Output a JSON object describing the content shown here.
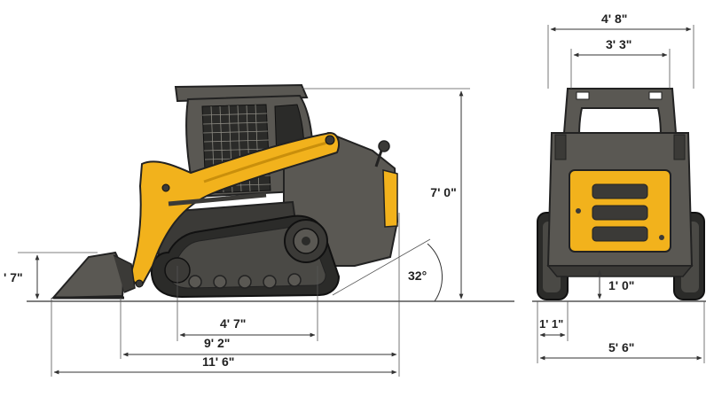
{
  "colors": {
    "body": "#5a5853",
    "body_dark": "#3b3a37",
    "track": "#2b2b29",
    "yellow": "#f2b21c",
    "yellow_dark": "#c98f0c",
    "line": "#333333"
  },
  "side_view": {
    "overall_height": "7' 0\"",
    "bucket_hinge_height": "' 7\"",
    "departure_angle": "32°",
    "track_length": "4' 7\"",
    "length_without_bucket": "9' 2\"",
    "overall_length": "11' 6\""
  },
  "rear_view": {
    "cab_width_outer": "4' 8\"",
    "cab_width_inner": "3' 3\"",
    "ground_clearance": "1' 0\"",
    "track_width": "1' 1\"",
    "overall_width": "5' 6\""
  }
}
